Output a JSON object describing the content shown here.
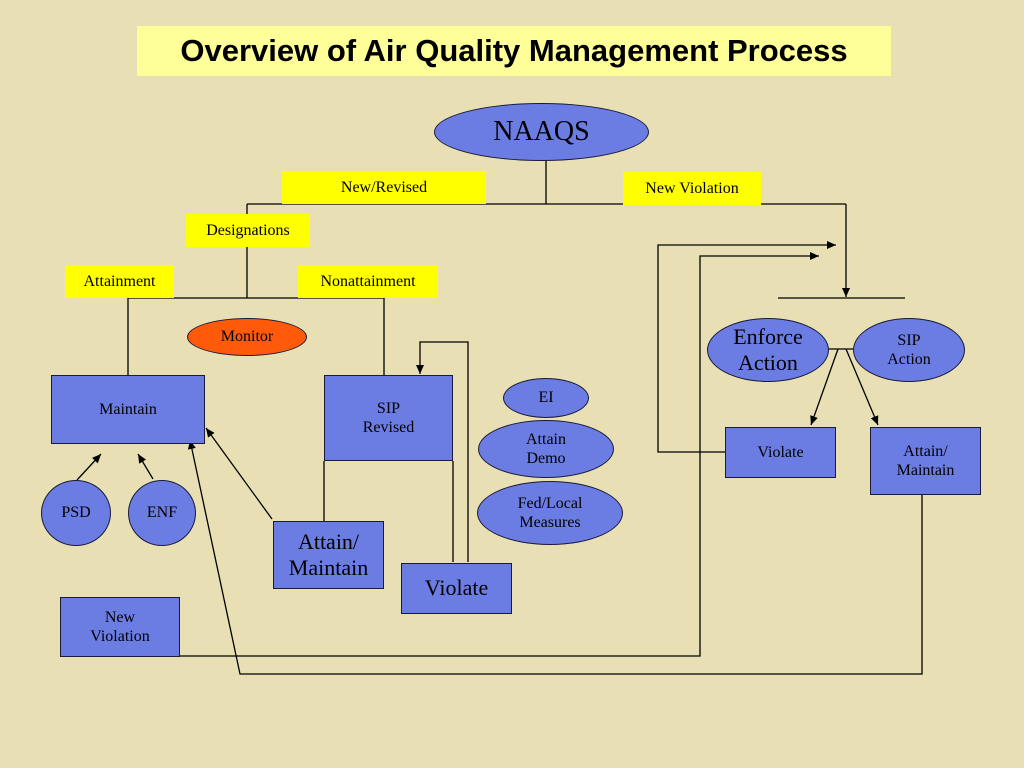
{
  "title": "Overview of Air Quality Management Process",
  "colors": {
    "background": "#e8e0b4",
    "title_bg": "#ffff99",
    "label_yellow": "#ffff00",
    "node_blue": "#6b7ce2",
    "monitor_orange": "#ff5a0a",
    "line": "#000000"
  },
  "nodes": {
    "naaqs": "NAAQS",
    "new_revised": "New/Revised",
    "new_violation_top": "New Violation",
    "designations": "Designations",
    "attainment": "Attainment",
    "nonattainment": "Nonattainment",
    "monitor": "Monitor",
    "maintain": "Maintain",
    "sip_revised": "SIP\nRevised",
    "ei": "EI",
    "attain_demo": "Attain\nDemo",
    "fed_local_measures": "Fed/Local\nMeasures",
    "psd": "PSD",
    "enf": "ENF",
    "attain_maintain_left": "Attain/\nMaintain",
    "violate_center": "Violate",
    "new_violation_bottom": "New\nViolation",
    "enforce_action": "Enforce\nAction",
    "sip_action": "SIP\nAction",
    "violate_right": "Violate",
    "attain_maintain_right": "Attain/\nMaintain"
  }
}
